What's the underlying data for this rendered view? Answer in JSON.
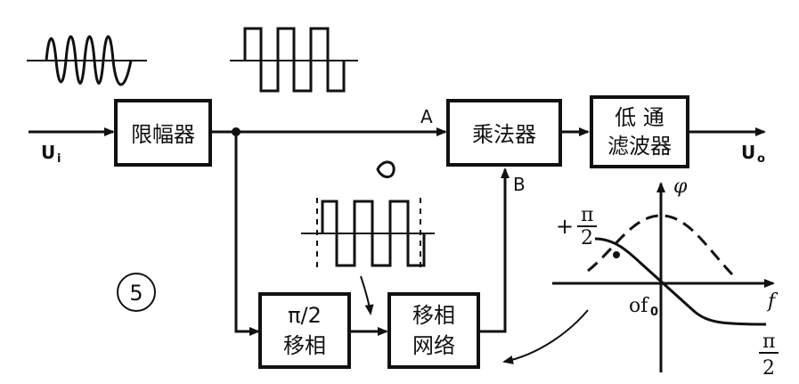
{
  "blocks": {
    "limiter": "限幅器",
    "multiplier": "乘法器",
    "lowpass_line1": "低 通",
    "lowpass_line2": "滤波器",
    "shifter_line1": "π/2",
    "shifter_line2": "移相",
    "network_line1": "移相",
    "network_line2": "网络"
  },
  "signals": {
    "input_main": "U",
    "input_sub": "i",
    "output_main": "U",
    "output_sub": "o",
    "port_a": "A",
    "port_b": "B"
  },
  "figure_number": "5",
  "phase_plot": {
    "y_axis": "φ",
    "x_axis": "f",
    "center_label": "of",
    "center_sub": "0",
    "plus_sign": "+",
    "pi_num_top": "π",
    "pi_den_top": "2",
    "pi_num_bottom": "π",
    "pi_den_bottom": "2"
  }
}
